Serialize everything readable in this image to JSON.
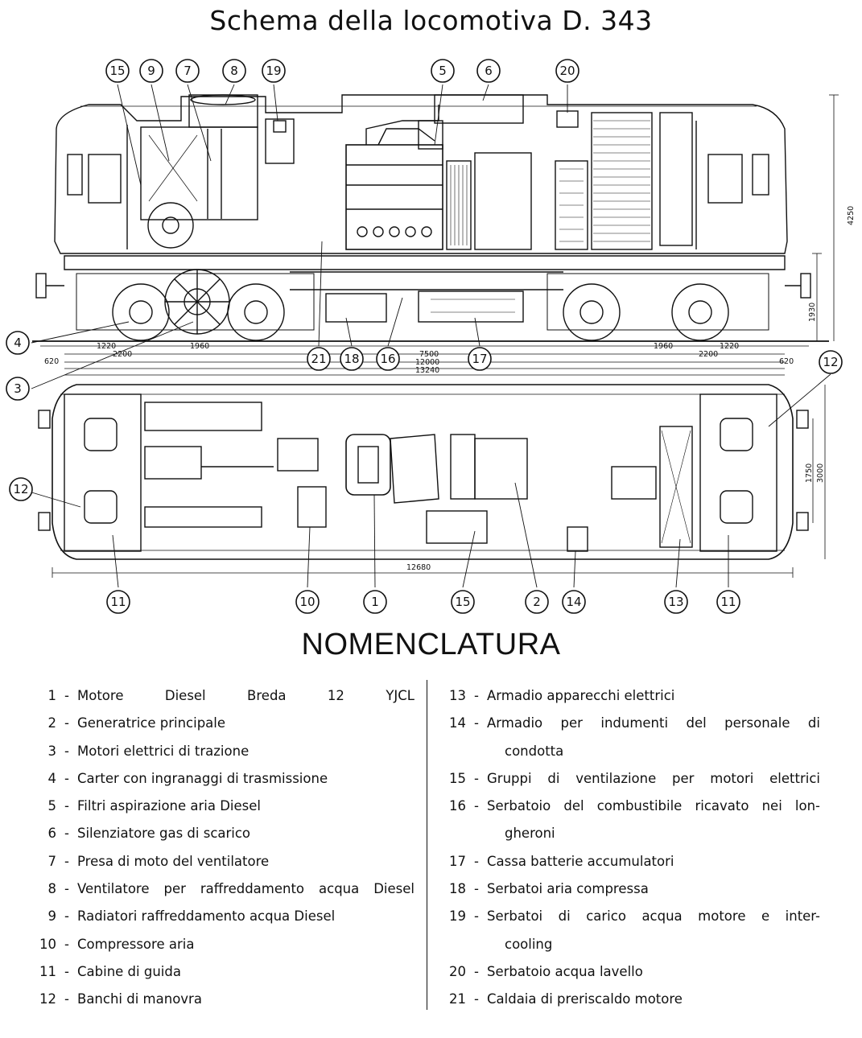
{
  "title": "Schema della locomotiva D. 343",
  "side_view": {
    "callouts_top": [
      "15",
      "9",
      "7",
      "8",
      "19",
      "5",
      "6",
      "20"
    ],
    "callouts_side": [
      "4",
      "3",
      "21",
      "18",
      "16",
      "17",
      "12"
    ],
    "dimensions": {
      "height_total": "4250",
      "height_lower": "1930",
      "d_620_left": "620",
      "d_1220_left": "1220",
      "d_2200_left": "2200",
      "d_1960_left": "1960",
      "d_1960_right": "1960",
      "d_2200_right": "2200",
      "d_1220_right": "1220",
      "d_620_right": "620",
      "d_7500": "7500",
      "d_12000": "12000",
      "d_13240": "13240"
    }
  },
  "plan_view": {
    "callouts_bottom": [
      "11",
      "10",
      "1",
      "15",
      "2",
      "14",
      "13",
      "11"
    ],
    "callout_left": "12",
    "dimensions": {
      "width_1750": "1750",
      "width_3000": "3000",
      "length_12680": "12680"
    }
  },
  "nomenclature": {
    "title": "NOMENCLATURA",
    "left": [
      {
        "n": "1",
        "text": "Motore Diesel Breda 12 YJCL"
      },
      {
        "n": "2",
        "text": "Generatrice principale"
      },
      {
        "n": "3",
        "text": "Motori elettrici di trazione"
      },
      {
        "n": "4",
        "text": "Carter con ingranaggi di trasmissione"
      },
      {
        "n": "5",
        "text": "Filtri aspirazione aria Diesel"
      },
      {
        "n": "6",
        "text": "Silenziatore gas di scarico"
      },
      {
        "n": "7",
        "text": "Presa di moto del ventilatore"
      },
      {
        "n": "8",
        "text": "Ventilatore per raffreddamento acqua Diesel"
      },
      {
        "n": "9",
        "text": "Radiatori raffreddamento acqua Diesel"
      },
      {
        "n": "10",
        "text": "Compressore aria"
      },
      {
        "n": "11",
        "text": "Cabine di guida"
      },
      {
        "n": "12",
        "text": "Banchi di manovra"
      }
    ],
    "right": [
      {
        "n": "13",
        "text": "Armadio apparecchi elettrici"
      },
      {
        "n": "14",
        "text": "Armadio per indumenti del personale di",
        "cont": "condotta"
      },
      {
        "n": "15",
        "text": "Gruppi di ventilazione per motori elettrici"
      },
      {
        "n": "16",
        "text": "Serbatoio del combustibile ricavato nei lon-",
        "cont": "gheroni"
      },
      {
        "n": "17",
        "text": "Cassa batterie accumulatori"
      },
      {
        "n": "18",
        "text": "Serbatoi aria compressa"
      },
      {
        "n": "19",
        "text": "Serbatoi di carico acqua motore e inter-",
        "cont": "cooling"
      },
      {
        "n": "20",
        "text": "Serbatoio acqua lavello"
      },
      {
        "n": "21",
        "text": "Caldaia di preriscaldo motore"
      }
    ]
  }
}
